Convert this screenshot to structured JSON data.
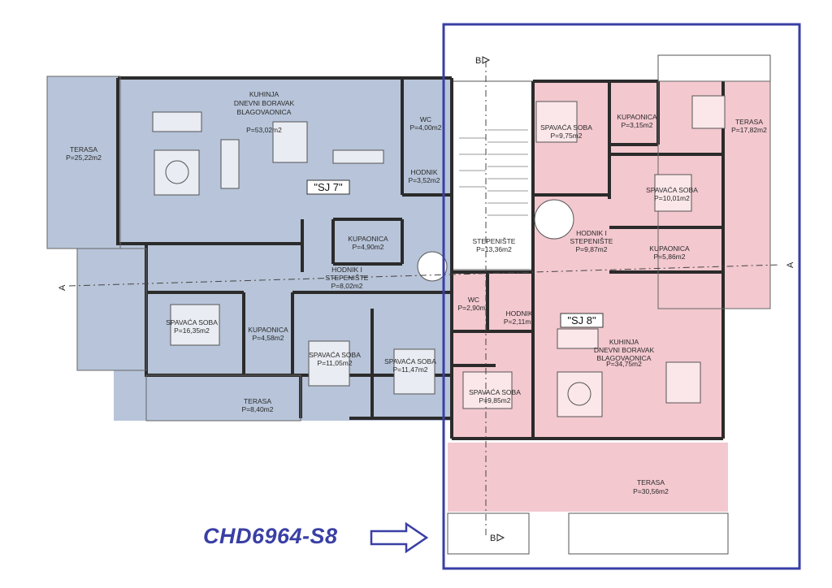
{
  "colors": {
    "apartment_7": "#b7c4d9",
    "apartment_8": "#f3c8cf",
    "frame": "#3a3fa5",
    "wall": "#2b2b2b"
  },
  "apartment_7": {
    "tag": "\"SJ 7\"",
    "rooms": [
      {
        "name": "TERASA",
        "area": "P=25,22m2"
      },
      {
        "name": "KUHINJA\nDNEVNI BORAVAK\nBLAGOVAONICA",
        "area": "P=53,02m2"
      },
      {
        "name": "WC",
        "area": "P=4,00m2"
      },
      {
        "name": "HODNIK",
        "area": "P=3,52m2"
      },
      {
        "name": "KUPAONICA",
        "area": "P=4,90m2"
      },
      {
        "name": "HODNIK I\nSTEPENIŠTE",
        "area": "P=8,02m2"
      },
      {
        "name": "SPAVAĆA SOBA",
        "area": "P=16,35m2"
      },
      {
        "name": "KUPAONICA",
        "area": "P=4,58m2"
      },
      {
        "name": "SPAVAĆA SOBA",
        "area": "P=11,05m2"
      },
      {
        "name": "SPAVAĆA SOBA",
        "area": "P=11,47m2"
      },
      {
        "name": "TERASA",
        "area": "P=8,40m2"
      }
    ]
  },
  "stairs": {
    "name": "STEPENIŠTE",
    "area": "P=13,36m2"
  },
  "apartment_8": {
    "tag": "\"SJ 8\"",
    "rooms": [
      {
        "name": "SPAVAĆA SOBA",
        "area": "P=9,75m2"
      },
      {
        "name": "KUPAONICA",
        "area": "P=3,15m2"
      },
      {
        "name": "TERASA",
        "area": "P=17,82m2"
      },
      {
        "name": "SPAVAĆA SOBA",
        "area": "P=10,01m2"
      },
      {
        "name": "HODNIK I\nSTEPENIŠTE",
        "area": "P=9,87m2"
      },
      {
        "name": "KUPAONICA",
        "area": "P=5,86m2"
      },
      {
        "name": "WC",
        "area": "P=2,90m2"
      },
      {
        "name": "HODNIK",
        "area": "P=2,11m2"
      },
      {
        "name": "KUHINJA\nDNEVNI BORAVAK\nBLAGOVAONICA",
        "area": "P=34,75m2"
      },
      {
        "name": "SPAVAĆA SOBA",
        "area": "P=9,85m2"
      },
      {
        "name": "TERASA",
        "area": "P=30,56m2"
      }
    ]
  },
  "section_marks": {
    "b_top": "B",
    "b_bottom": "B",
    "a_left": "A",
    "a_right": "A"
  },
  "caption": "CHD6964-S8"
}
